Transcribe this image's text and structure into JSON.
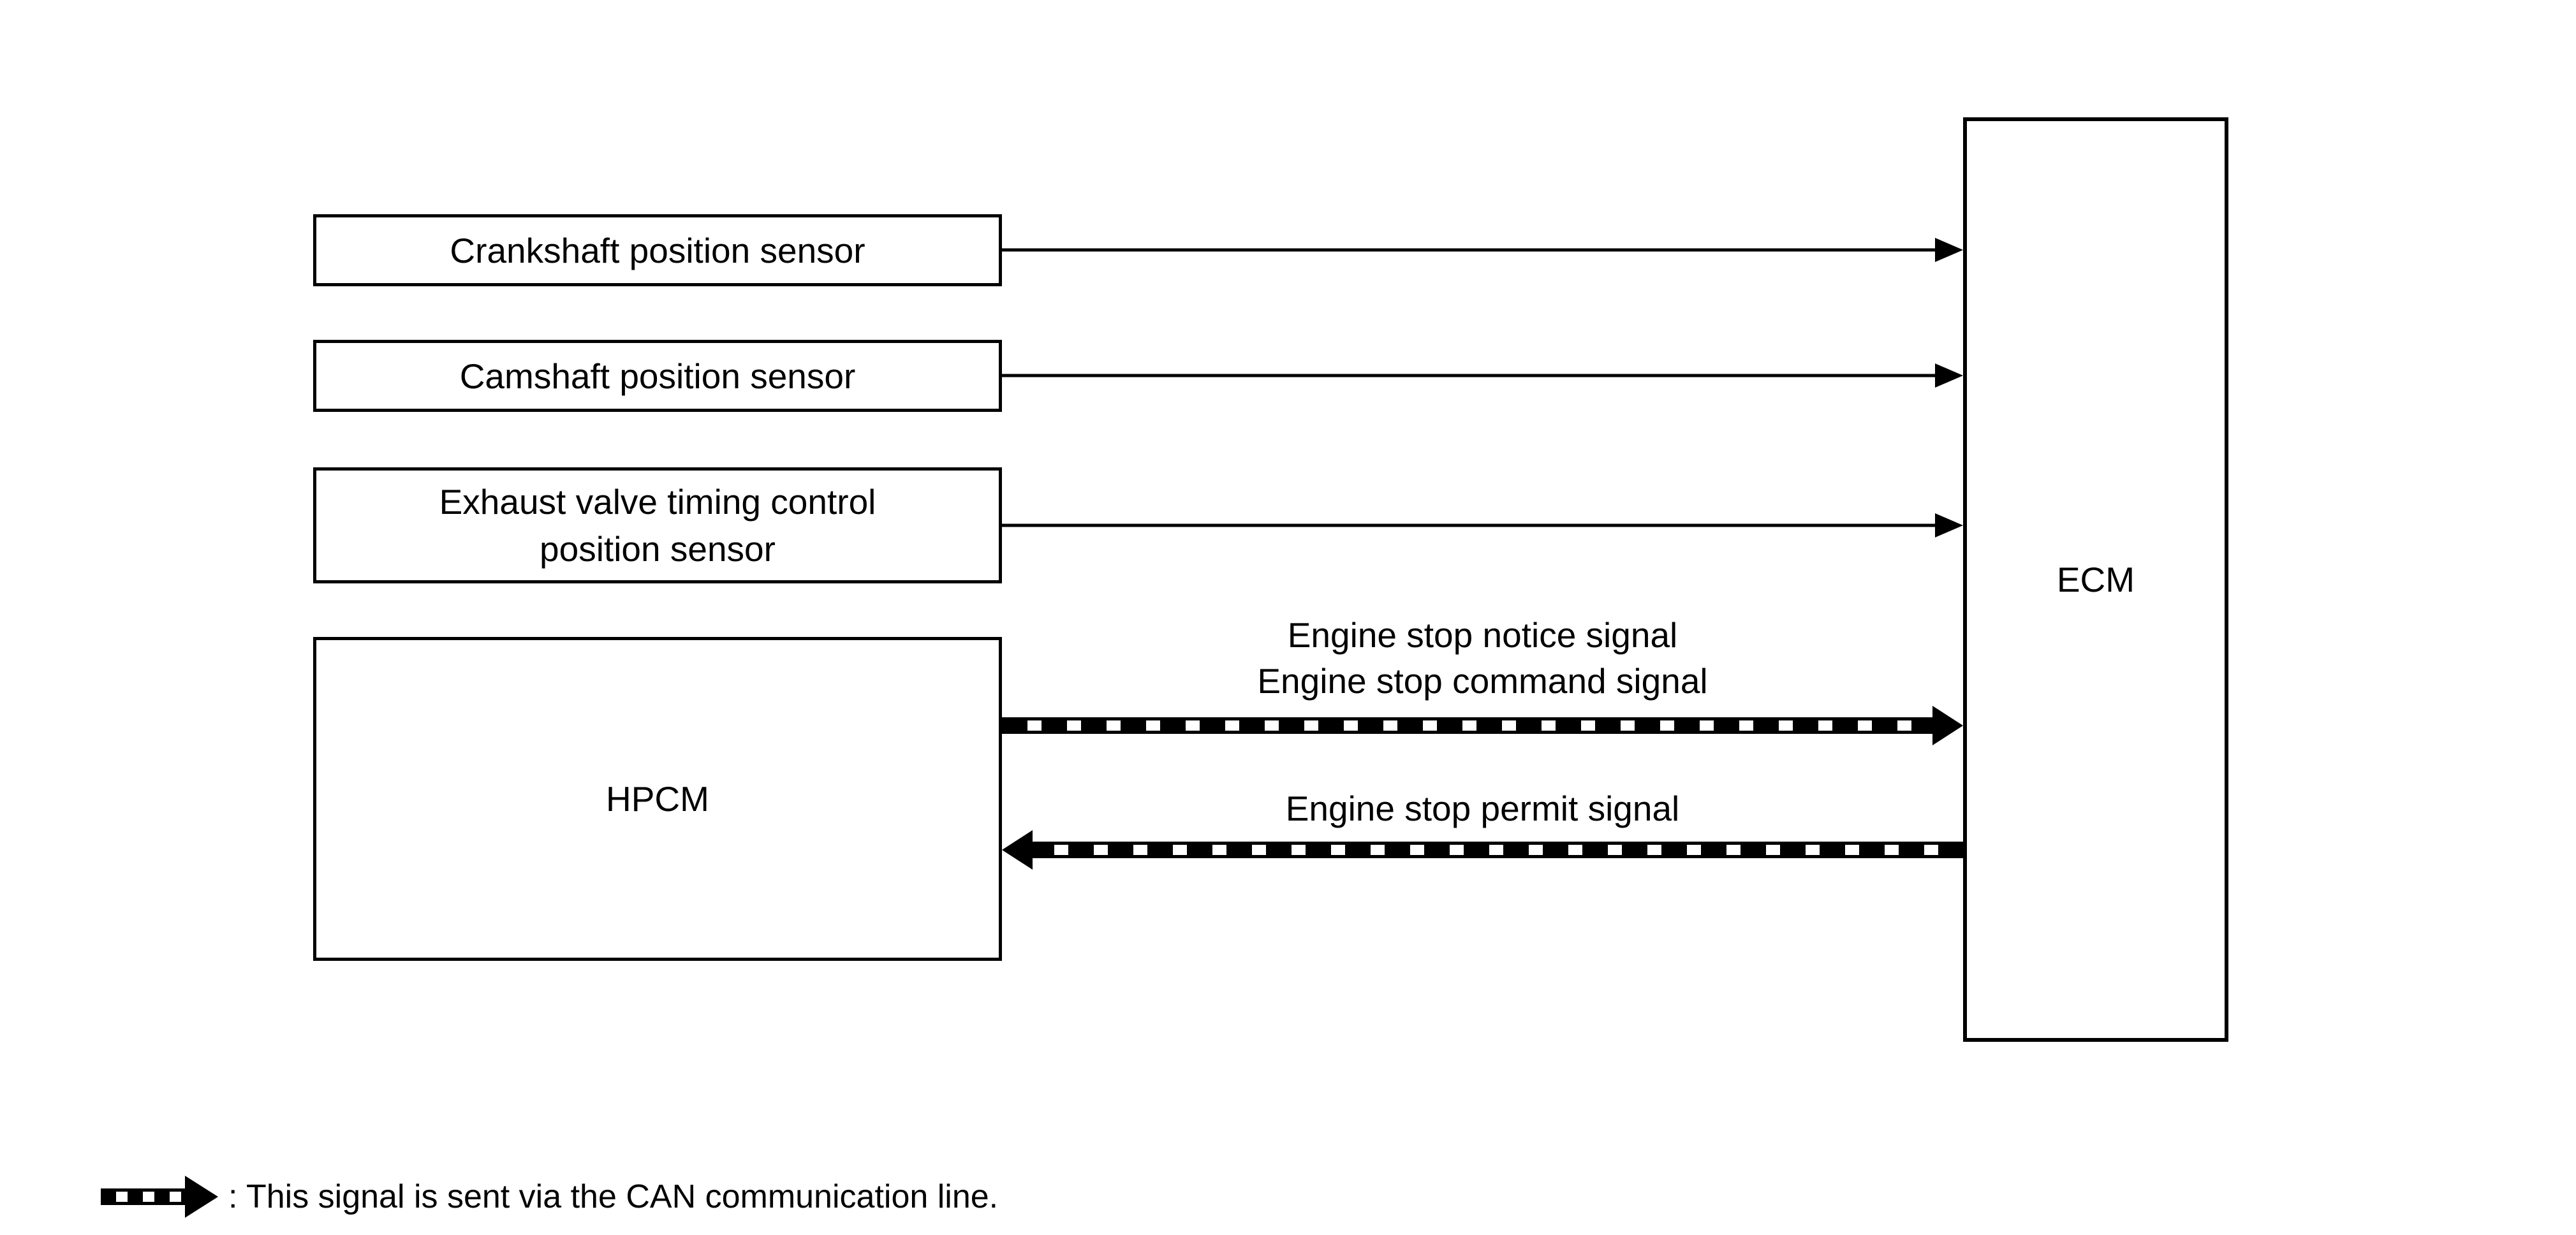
{
  "colors": {
    "ink": "#000000",
    "background": "#ffffff"
  },
  "blocks": {
    "sensors": [
      {
        "label": "Crankshaft position sensor"
      },
      {
        "label": "Camshaft position sensor"
      },
      {
        "label_line1": "Exhaust valve timing control",
        "label_line2": "position sensor"
      }
    ],
    "hpcm_label": "HPCM",
    "ecm_label": "ECM"
  },
  "can_arrows": {
    "hpcm_to_ecm": {
      "direction": "right",
      "labels": [
        "Engine stop notice signal",
        "Engine stop command signal"
      ]
    },
    "ecm_to_hpcm": {
      "direction": "left",
      "labels": [
        "Engine stop permit signal"
      ]
    }
  },
  "legend": {
    "icon": "can-dashed-arrow-icon",
    "text": ": This signal is sent via the CAN communication line."
  }
}
